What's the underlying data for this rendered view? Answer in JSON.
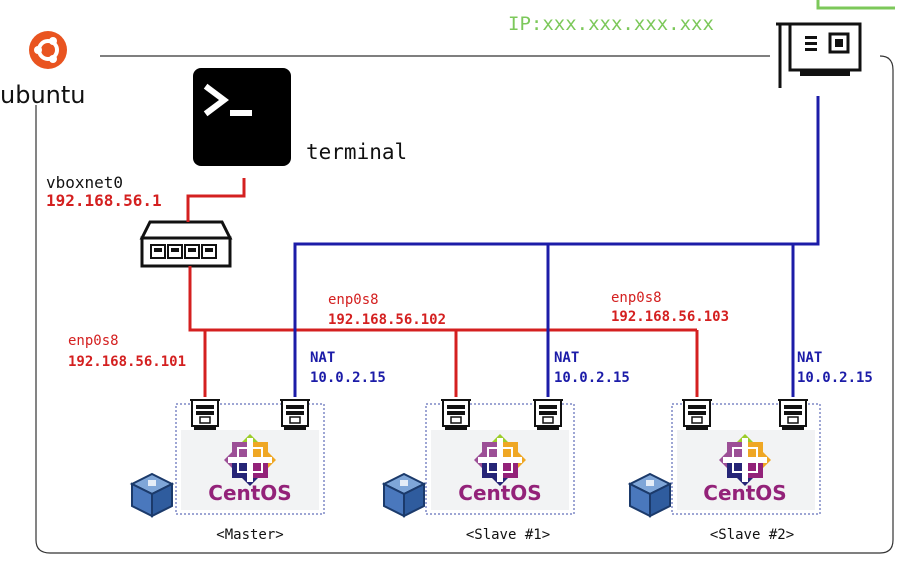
{
  "host": {
    "os_name": "ubuntu",
    "ip_label": "IP:xxx.xxx.xxx.xxx"
  },
  "terminal": {
    "label": "terminal"
  },
  "bridge": {
    "name": "vboxnet0",
    "ip": "192.168.56.1"
  },
  "vms": [
    {
      "role_label": "<Master>",
      "os_name": "CentOS",
      "host_only_nic": "enp0s8",
      "host_only_ip": "192.168.56.101",
      "nat_nic": "NAT",
      "nat_ip": "10.0.2.15"
    },
    {
      "role_label": "<Slave #1>",
      "os_name": "CentOS",
      "host_only_nic": "enp0s8",
      "host_only_ip": "192.168.56.102",
      "nat_nic": "NAT",
      "nat_ip": "10.0.2.15"
    },
    {
      "role_label": "<Slave #2>",
      "os_name": "CentOS",
      "host_only_nic": "enp0s8",
      "host_only_ip": "192.168.56.103",
      "nat_nic": "NAT",
      "nat_ip": "10.0.2.15"
    }
  ],
  "colors": {
    "host_only": "#d42020",
    "nat": "#1c1ca8",
    "uplink": "#7cc85a",
    "ip_text": "#7cc85a",
    "ubuntu_orange": "#e95420"
  }
}
